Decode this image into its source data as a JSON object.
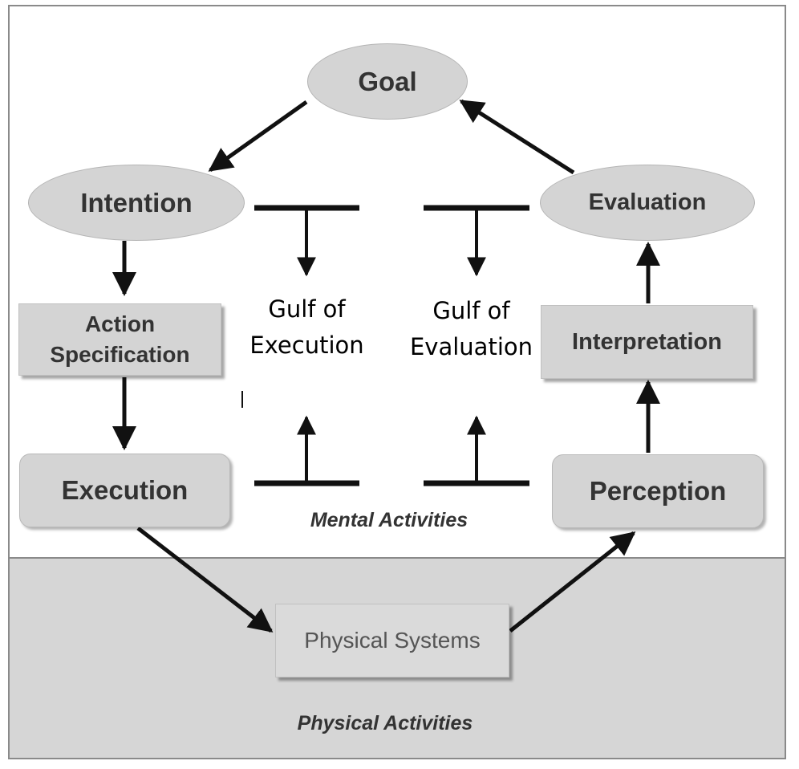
{
  "nodes": {
    "goal": "Goal",
    "intention": "Intention",
    "action_specification": "Action Specification",
    "execution": "Execution",
    "evaluation": "Evaluation",
    "interpretation": "Interpretation",
    "perception": "Perception",
    "physical_systems": "Physical Systems"
  },
  "gulfs": {
    "execution": "Gulf of Execution",
    "evaluation": "Gulf of Evaluation"
  },
  "captions": {
    "mental": "Mental Activities",
    "physical": "Physical Activities"
  }
}
